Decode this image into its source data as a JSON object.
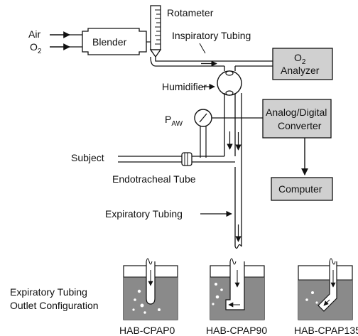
{
  "labels": {
    "air": "Air",
    "o2": "O",
    "o2_sub": "2",
    "rotameter": "Rotameter",
    "inspiratory_tubing": "Inspiratory Tubing",
    "humidifier": "Humidifier",
    "paw": "P",
    "paw_sub": "AW",
    "subject": "Subject",
    "endotracheal_tube": "Endotracheal Tube",
    "expiratory_tubing": "Expiratory Tubing",
    "outlet_config_line1": "Expiratory Tubing",
    "outlet_config_line2": "Outlet Configuration"
  },
  "boxes": {
    "blender": "Blender",
    "o2_analyzer_line1": "O",
    "o2_analyzer_sub": "2",
    "o2_analyzer_line2": "Analyzer",
    "adc_line1": "Analog/Digital",
    "adc_line2": "Converter",
    "computer": "Computer"
  },
  "configs": [
    {
      "label": "HAB-CPAP0"
    },
    {
      "label": "HAB-CPAP90"
    },
    {
      "label": "HAB-CPAP135"
    }
  ],
  "colors": {
    "box_fill": "#d0d0d0",
    "water_fill": "#8a8a8a",
    "line": "#111111"
  }
}
